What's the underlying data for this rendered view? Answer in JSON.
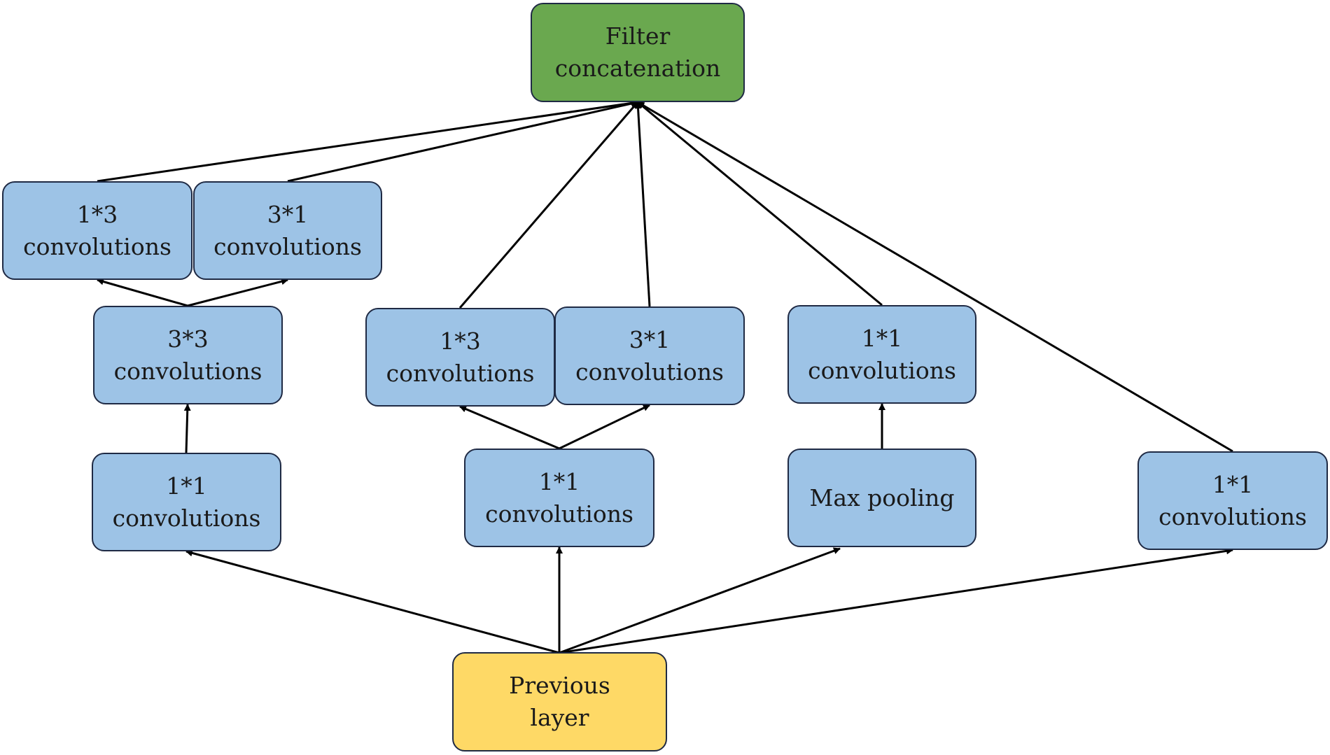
{
  "colors": {
    "conv_fill": "#9dc3e6",
    "concat_fill": "#6aa84f",
    "input_fill": "#fed966",
    "border": "#1f2a44",
    "arrow": "#000000"
  },
  "nodes": {
    "filter_concat": {
      "line1": "Filter",
      "line2": "concatenation"
    },
    "b1_1x3": {
      "line1": "1*3",
      "line2": "convolutions"
    },
    "b1_3x1": {
      "line1": "3*1",
      "line2": "convolutions"
    },
    "b1_3x3": {
      "line1": "3*3",
      "line2": "convolutions"
    },
    "b1_1x1": {
      "line1": "1*1",
      "line2": "convolutions"
    },
    "b2_1x3": {
      "line1": "1*3",
      "line2": "convolutions"
    },
    "b2_3x1": {
      "line1": "3*1",
      "line2": "convolutions"
    },
    "b2_1x1": {
      "line1": "1*1",
      "line2": "convolutions"
    },
    "b3_1x1": {
      "line1": "1*1",
      "line2": "convolutions"
    },
    "b3_maxpool": {
      "line1": "Max pooling"
    },
    "b4_1x1": {
      "line1": "1*1",
      "line2": "convolutions"
    },
    "previous_layer": {
      "line1": "Previous",
      "line2": "layer"
    }
  },
  "edges": [
    {
      "from": "previous_layer",
      "to": "b1_1x1"
    },
    {
      "from": "previous_layer",
      "to": "b2_1x1"
    },
    {
      "from": "previous_layer",
      "to": "b3_maxpool"
    },
    {
      "from": "previous_layer",
      "to": "b4_1x1"
    },
    {
      "from": "b1_1x1",
      "to": "b1_3x3"
    },
    {
      "from": "b1_3x3",
      "to": "b1_1x3"
    },
    {
      "from": "b1_3x3",
      "to": "b1_3x1"
    },
    {
      "from": "b2_1x1",
      "to": "b2_1x3"
    },
    {
      "from": "b2_1x1",
      "to": "b2_3x1"
    },
    {
      "from": "b3_maxpool",
      "to": "b3_1x1"
    },
    {
      "from": "b1_1x3",
      "to": "filter_concat"
    },
    {
      "from": "b1_3x1",
      "to": "filter_concat"
    },
    {
      "from": "b2_1x3",
      "to": "filter_concat"
    },
    {
      "from": "b2_3x1",
      "to": "filter_concat"
    },
    {
      "from": "b3_1x1",
      "to": "filter_concat"
    },
    {
      "from": "b4_1x1",
      "to": "filter_concat"
    }
  ]
}
